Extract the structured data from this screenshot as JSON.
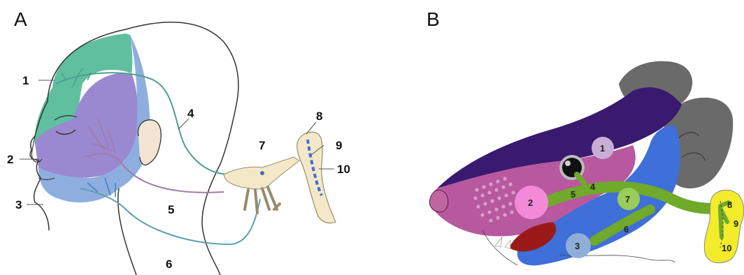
{
  "panel_a": {
    "letter": "A",
    "labels": [
      "1",
      "2",
      "3",
      "4",
      "5",
      "6",
      "7",
      "8",
      "9",
      "10"
    ]
  },
  "panel_b": {
    "letter": "B",
    "labels": [
      "1",
      "2",
      "3",
      "4",
      "5",
      "6",
      "7",
      "8",
      "9",
      "10"
    ]
  },
  "colors": {
    "zone_ophthalmic": "#5fbf9f",
    "zone_maxillary": "#9a88d0",
    "zone_mandibular": "#8faee0",
    "nerve_v1": "#4a9f8f",
    "nerve_v2": "#a07aa8",
    "nerve_v3": "#5f9fb0",
    "rat_dorsal": "#3a1a6e",
    "rat_snout": "#b8589f",
    "rat_cheek": "#3f6fd8",
    "rat_ear": "#6a6a6a",
    "rat_nerve": "#6faa2a",
    "rat_ganglion": "#f2ec2a",
    "rat_mouth": "#9a1a1a"
  }
}
